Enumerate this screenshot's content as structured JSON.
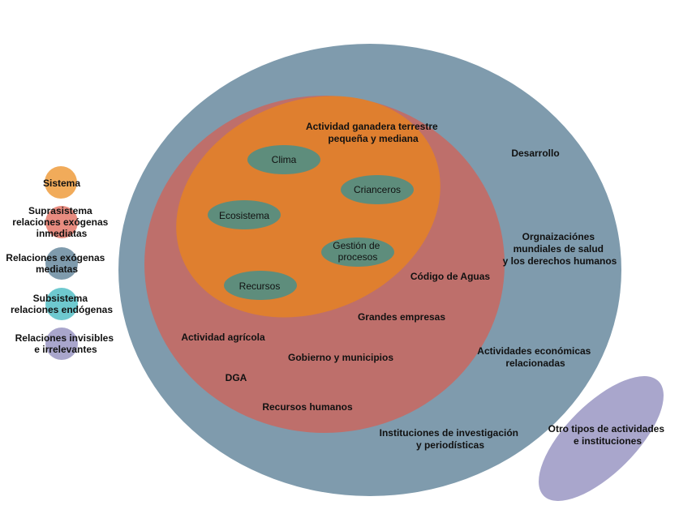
{
  "colors": {
    "suprasistema_mediato": "#7f9bad",
    "suprasistema_inmediato": "#be6f6b",
    "sistema": "#df7f2f",
    "subsistema": "#5e8d7c",
    "invisible": "#a9a6cc",
    "legend_sistema": "#f1ab5a",
    "legend_inmediatas": "#e88c80",
    "legend_mediatas": "#7f9bad",
    "legend_endogenas": "#6ec9cf",
    "legend_invisibles": "#a9a6cc"
  },
  "legend": [
    {
      "lines": [
        "Sistema"
      ],
      "color": "#f1ab5a"
    },
    {
      "lines": [
        "Suprasistema",
        "relaciones exógenas",
        "inmediatas"
      ],
      "color": "#e88c80"
    },
    {
      "lines": [
        "Relaciones exógenas",
        "mediatas"
      ],
      "color": "#7f9bad"
    },
    {
      "lines": [
        "Subsistema",
        "relaciones endógenas"
      ],
      "color": "#6ec9cf"
    },
    {
      "lines": [
        "Relaciones invisibles",
        "e irrelevantes"
      ],
      "color": "#a9a6cc"
    }
  ],
  "system_title": [
    "Actividad ganadera terrestre",
    "pequeña y mediana"
  ],
  "subsystems": [
    {
      "lines": [
        "Clima"
      ]
    },
    {
      "lines": [
        "Crianceros"
      ]
    },
    {
      "lines": [
        "Ecosistema"
      ]
    },
    {
      "lines": [
        "Gestión de",
        "procesos"
      ]
    },
    {
      "lines": [
        "Recursos"
      ]
    }
  ],
  "inmediatas_labels": [
    [
      "Código de Aguas"
    ],
    [
      "Grandes empresas"
    ],
    [
      "Actividad agrícola"
    ],
    [
      "Gobierno y municipios"
    ],
    [
      "DGA"
    ],
    [
      "Recursos humanos"
    ]
  ],
  "mediatas_labels": [
    [
      "Desarrollo"
    ],
    [
      "Orgnaizaciónes",
      "mundiales de salud",
      "y los derechos humanos"
    ],
    [
      "Actividades económicas",
      "relacionadas"
    ],
    [
      "Instituciones de investigación",
      "y periodísticas"
    ]
  ],
  "invisible_label": [
    "Otro tipos de actividades",
    "e instituciones"
  ]
}
